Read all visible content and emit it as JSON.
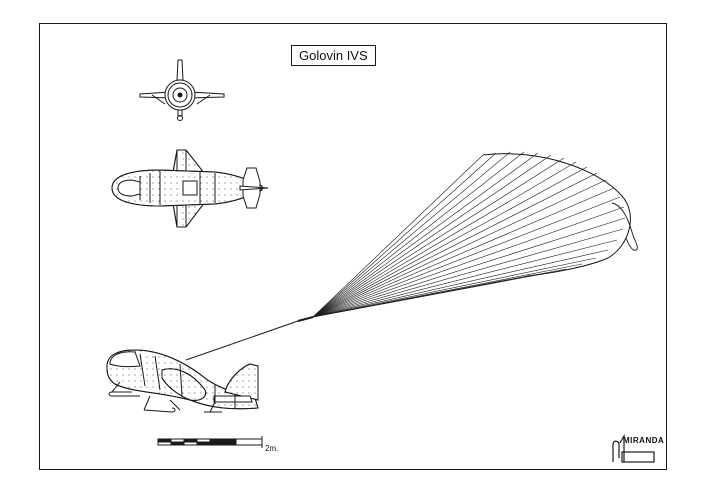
{
  "title": "Golovin IVS",
  "scale": {
    "label": "2m."
  },
  "logo": {
    "text": "MIRANDA"
  },
  "colors": {
    "ink": "#1a1a1a",
    "paper": "#ffffff"
  }
}
